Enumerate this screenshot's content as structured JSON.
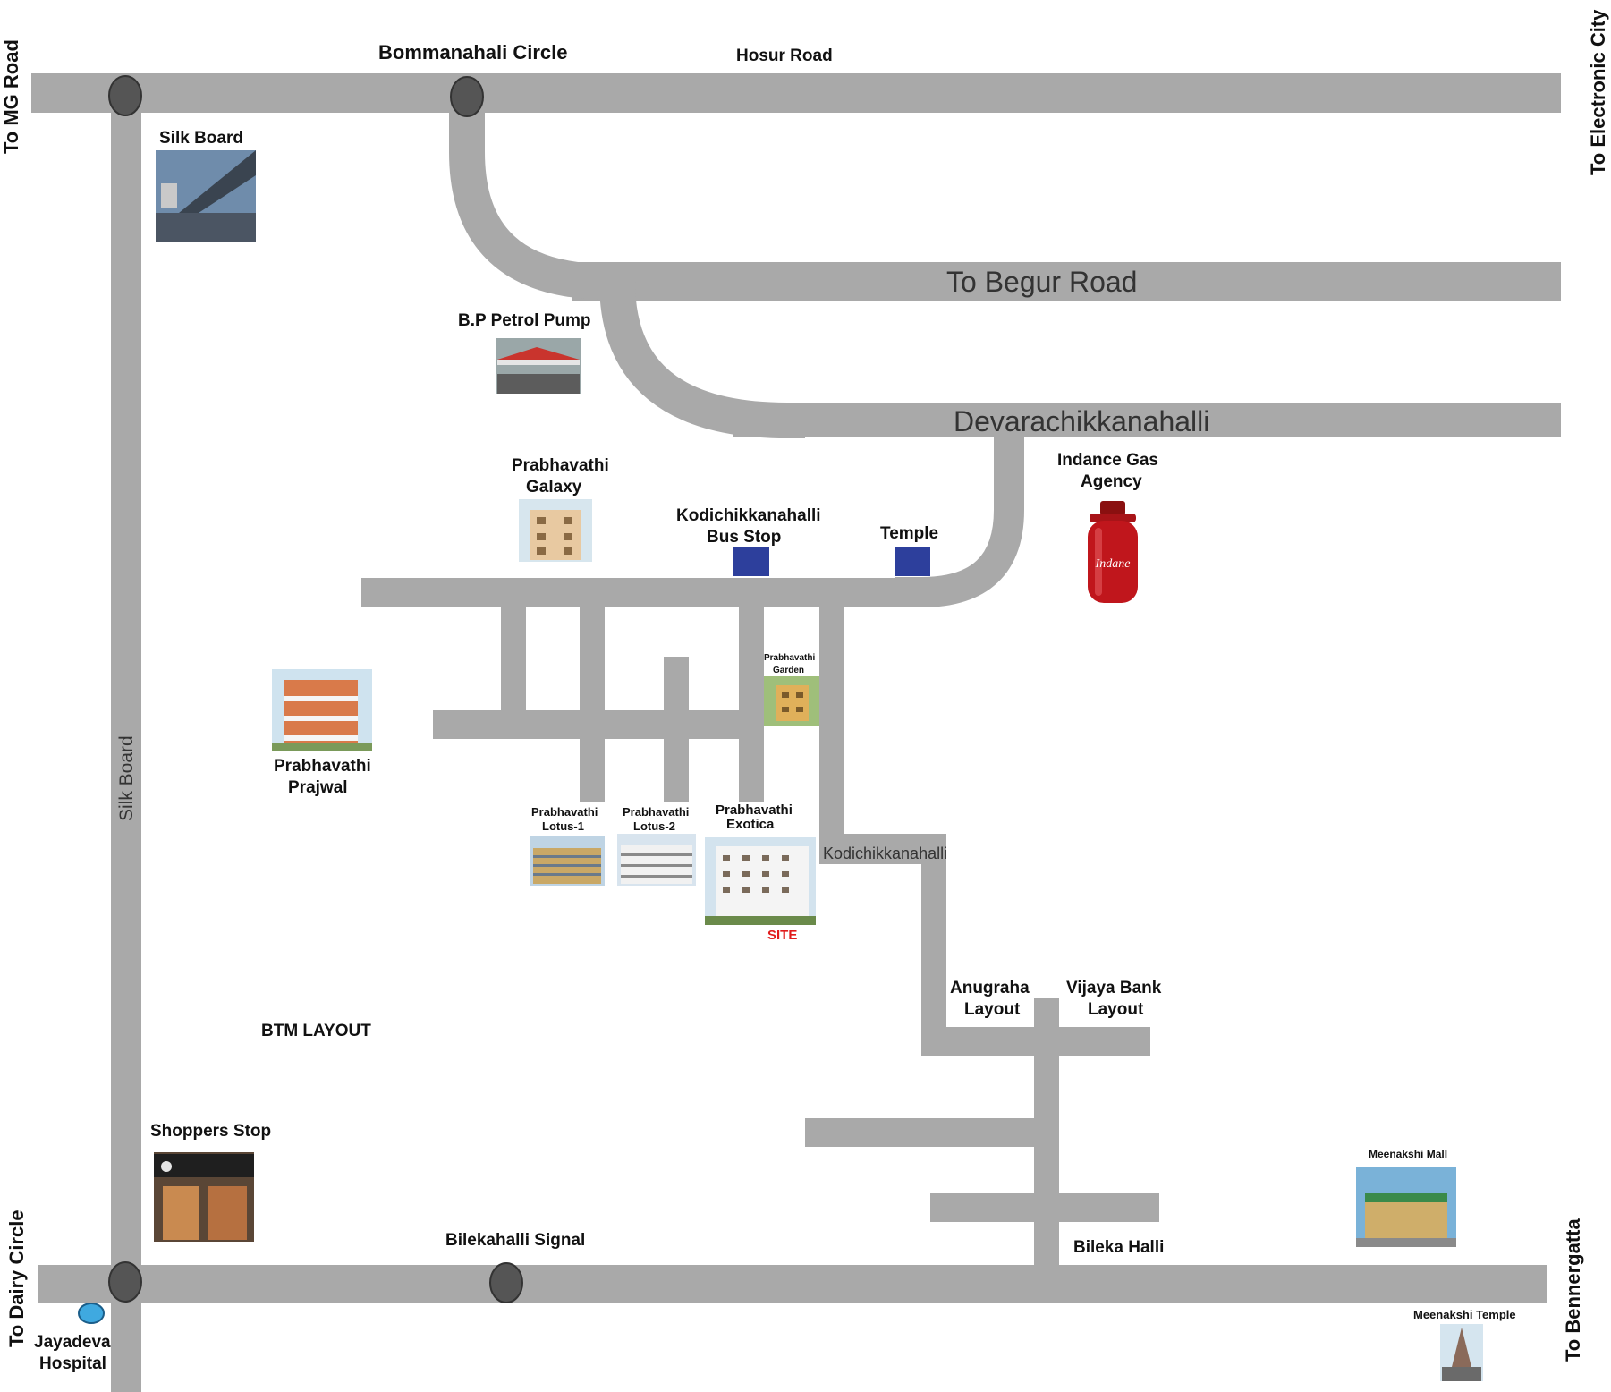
{
  "roads": {
    "hosur": "Hosur Road",
    "begur": "To Begur Road",
    "devarachikkanahalli": "Devarachikkanahalli",
    "silk_board": "Silk Board",
    "kodichikkanahalli": "Kodichikkanahalli"
  },
  "directions": {
    "mg_road": "To MG Road",
    "electronic_city": "To Electronic City",
    "dairy_circle": "To Dairy Circle",
    "bennergatta": "To Bennergatta"
  },
  "junctions": {
    "bommanahali": "Bommanahali Circle",
    "bilekahalli_signal": "Bilekahalli Signal"
  },
  "landmarks": {
    "silk_board": "Silk Board",
    "bp_petrol": "B.P Petrol Pump",
    "galaxy": [
      "Prabhavathi",
      "Galaxy"
    ],
    "bus_stop": [
      "Kodichikkanahalli",
      "Bus Stop"
    ],
    "temple": "Temple",
    "indane": [
      "Indance Gas",
      "Agency"
    ],
    "garden": [
      "Prabhavathi",
      "Garden"
    ],
    "prajwal": [
      "Prabhavathi",
      "Prajwal"
    ],
    "lotus1": [
      "Prabhavathi",
      "Lotus-1"
    ],
    "lotus2": [
      "Prabhavathi",
      "Lotus-2"
    ],
    "exotica": [
      "Prabhavathi",
      "Exotica"
    ],
    "site": "SITE",
    "anugraha": [
      "Anugraha",
      "Layout"
    ],
    "vijaya": [
      "Vijaya Bank",
      "Layout"
    ],
    "btm": "BTM LAYOUT",
    "shoppers": "Shoppers Stop",
    "bileka": "Bileka Halli",
    "meenakshi_mall": "Meenakshi Mall",
    "meenakshi_temple": "Meenakshi Temple",
    "jayadeva": [
      "Jayadeva",
      "Hospital"
    ]
  },
  "cylinder_brand": "Indane",
  "colors": {
    "road": "#a9a9a9",
    "circle": "#555555",
    "stop_marker": "#2d3f9c",
    "site": "#e11b1b",
    "cylinder": "#c0161c",
    "hospital_marker": "#3fa9e0"
  }
}
